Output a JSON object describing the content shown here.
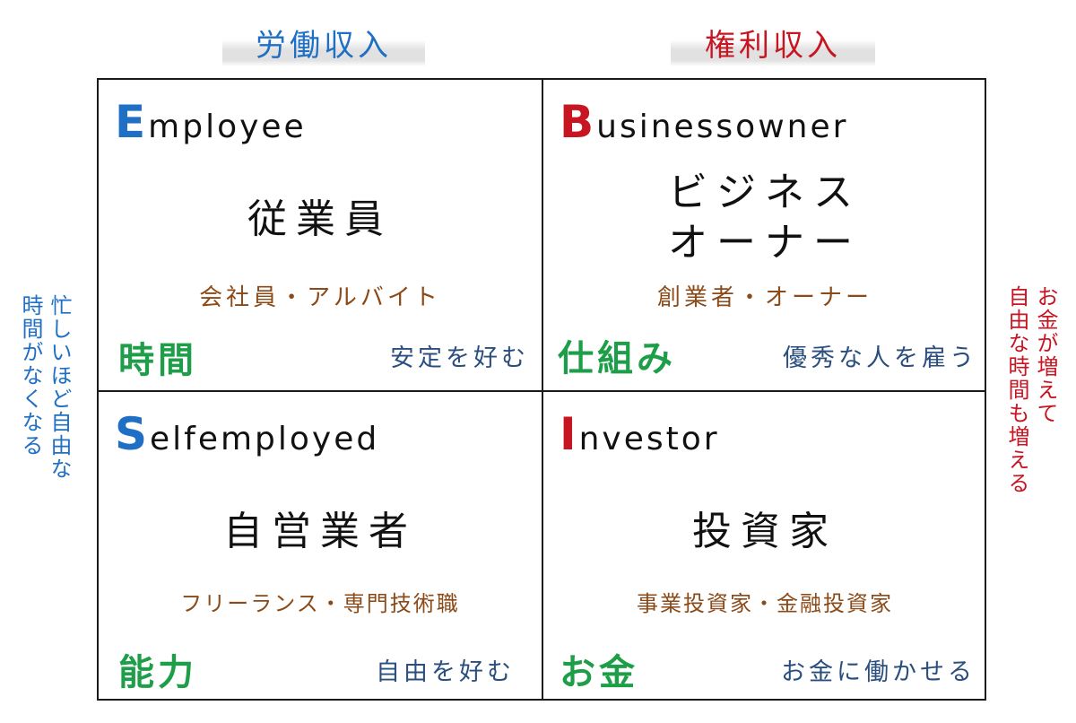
{
  "headers": {
    "left": "労働収入",
    "right": "権利収入"
  },
  "quadrants": {
    "employee": {
      "initial": "E",
      "rest": "mployee",
      "jp_title": "従業員",
      "subtitle": "会社員・アルバイト",
      "keyword": "時間",
      "note": "安定を好む"
    },
    "business_owner": {
      "initial": "B",
      "rest": "usinessowner",
      "jp_title_line1": "ビジネス",
      "jp_title_line2": "オーナー",
      "subtitle": "創業者・オーナー",
      "keyword": "仕組み",
      "note": "優秀な人を雇う"
    },
    "self_employed": {
      "initial": "S",
      "rest": "elfemployed",
      "jp_title": "自営業者",
      "subtitle": "フリーランス・専門技術職",
      "keyword": "能力",
      "note": "自由を好む"
    },
    "investor": {
      "initial": "I",
      "rest": "nvestor",
      "jp_title": "投資家",
      "subtitle": "事業投資家・金融投資家",
      "keyword": "お金",
      "note": "お金に働かせる"
    }
  },
  "side_notes": {
    "left": "忙しいほど自由な\n時間がなくなる",
    "right": "お金が増えて\n自由な時間も増える"
  },
  "colors": {
    "left_accent": "#1f6fc4",
    "right_accent": "#c71522",
    "keyword": "#1e9e48",
    "subtitle": "#8b4a17",
    "note": "#2a4f7e"
  }
}
